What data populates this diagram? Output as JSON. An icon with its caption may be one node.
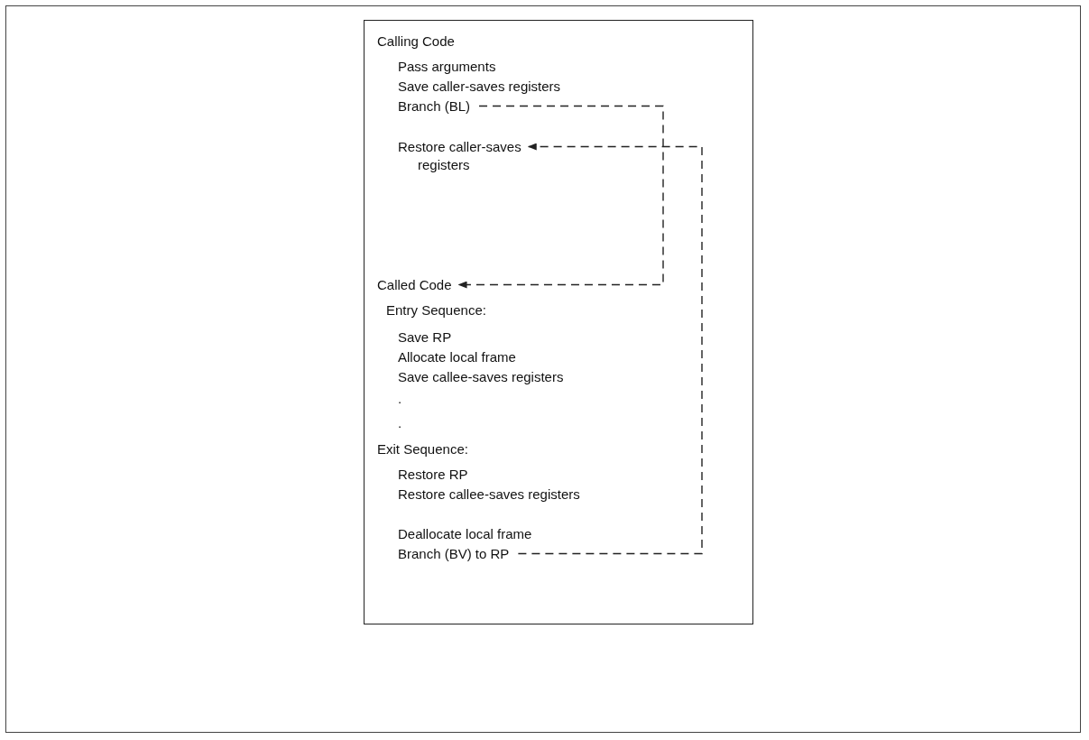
{
  "diagram": {
    "nodes": [
      {
        "text": [
          "Branch (BL)"
        ]
      },
      {
        "text": [
          "Restore caller-saves registers"
        ]
      },
      {
        "text": [
          "Called Code"
        ]
      },
      {
        "text": [
          "Branch (BV) to RP"
        ]
      }
    ],
    "edges": [
      {
        "from": 0,
        "to": 2,
        "arrow": "to",
        "style": "dashed"
      },
      {
        "from": 3,
        "to": 1,
        "arrow": "to",
        "style": "dashed"
      }
    ],
    "labels": [
      "Calling Code",
      "Pass arguments",
      "Save caller-saves registers",
      "Entry Sequence:",
      "Save RP",
      "Allocate local frame",
      "Save callee-saves registers",
      ".",
      ".",
      "Exit Sequence:",
      "Restore RP",
      "Restore callee-saves registers",
      "Deallocate local frame"
    ]
  }
}
